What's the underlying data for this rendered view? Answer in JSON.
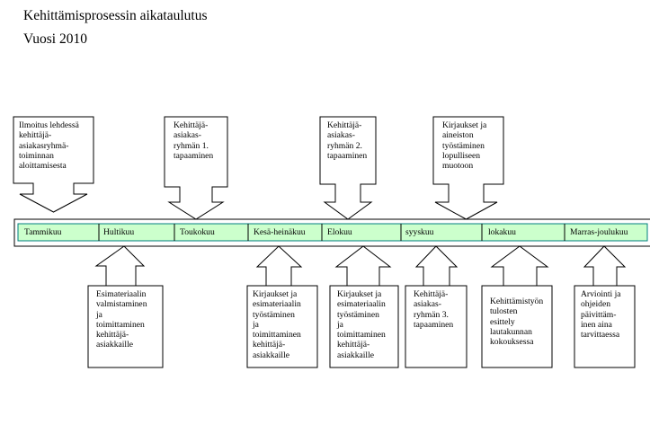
{
  "title": "Kehittämisprosessin aikataulutus",
  "subtitle": "Vuosi 2010",
  "timeline": {
    "months": [
      "Tammikuu",
      "Hultikuu",
      "Toukokuu",
      "Kesä-heinäkuu",
      "Elokuu",
      "syyskuu",
      "lokakuu",
      "Marras-joulukuu"
    ],
    "bar_color": "#ccffcc",
    "accent_color": "#007f7f"
  },
  "callouts_top": [
    "Ilmoitus lehdessä\nkehittäjä-\nasiakasryhmä-\ntoiminnan\naloittamisesta",
    "Kehittäjä-\nasiakas-\nryhmän 1.\ntapaaminen",
    "Kehittäjä-\nasiakas-\nryhmän 2.\ntapaaminen",
    "Kirjaukset ja\naineiston\ntyöstäminen\nlopulliseen\nmuotoon"
  ],
  "callouts_bottom": [
    "Esimateriaalin\nvalmistaminen\nja\ntoimittaminen\nkehittäjä-\nasiakkaille",
    "Kirjaukset ja\nesimateriaalin\ntyöstäminen\nja\ntoimittaminen\nkehittäjä-\nasiakkaille",
    "Kirjaukset ja\nesimateriaalin\ntyöstäminen\nja\ntoimittaminen\nkehittäjä-\nasiakkaille",
    "Kehittäjä-\nasiakas-\nryhmän 3.\ntapaaminen",
    "Kehittämistyön\ntulosten\nesittely\nlautakunnan\nkokouksessa",
    "Arviointi ja\nohjeiden\npäivittäm-\ninen  aina\ntarvittaessa"
  ]
}
